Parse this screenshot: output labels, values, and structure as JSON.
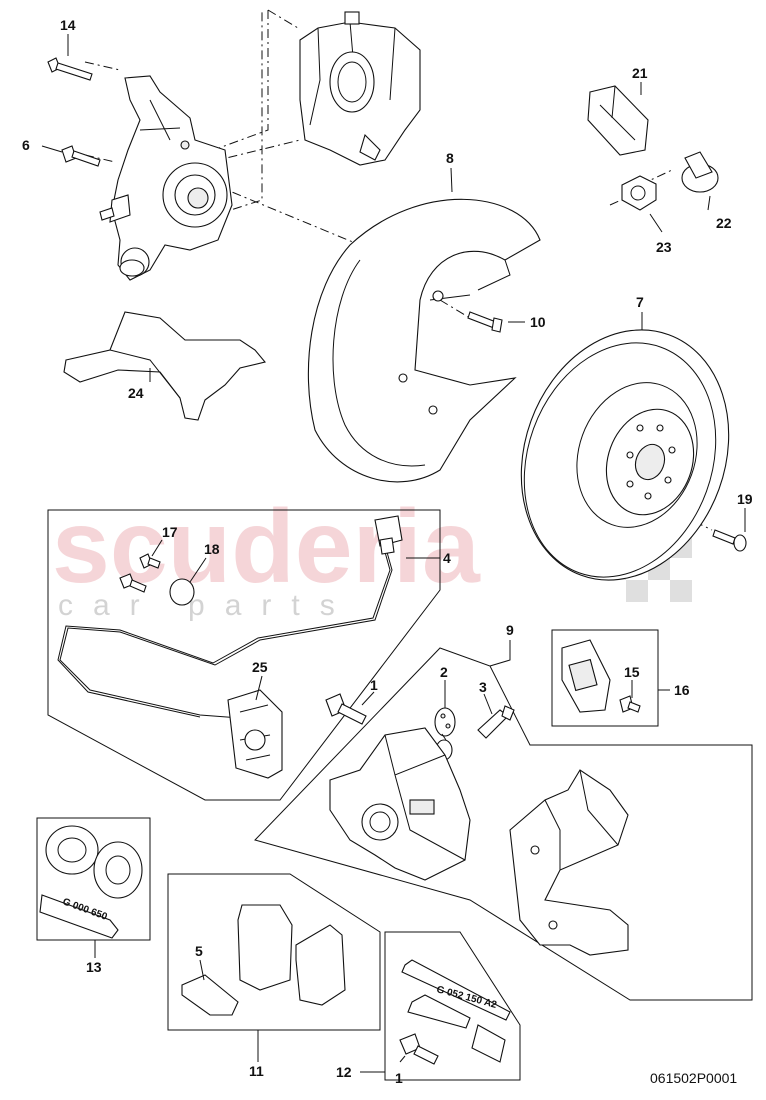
{
  "diagram": {
    "reference_code": "061502P0001",
    "watermark": {
      "main": "scuderia",
      "sub": "car parts"
    },
    "callouts": {
      "p1a": "1",
      "p1b": "1",
      "p2": "2",
      "p3": "3",
      "p4": "4",
      "p5": "5",
      "p6": "6",
      "p7": "7",
      "p8": "8",
      "p9": "9",
      "p10": "10",
      "p11": "11",
      "p12": "12",
      "p13": "13",
      "p14": "14",
      "p15": "15",
      "p16": "16",
      "p17": "17",
      "p18": "18",
      "p19": "19",
      "p21": "21",
      "p22": "22",
      "p23": "23",
      "p24": "24",
      "p25": "25"
    },
    "tube_labels": {
      "grease_13": "G 000 650",
      "grease_12": "G 052 150 A2"
    }
  }
}
